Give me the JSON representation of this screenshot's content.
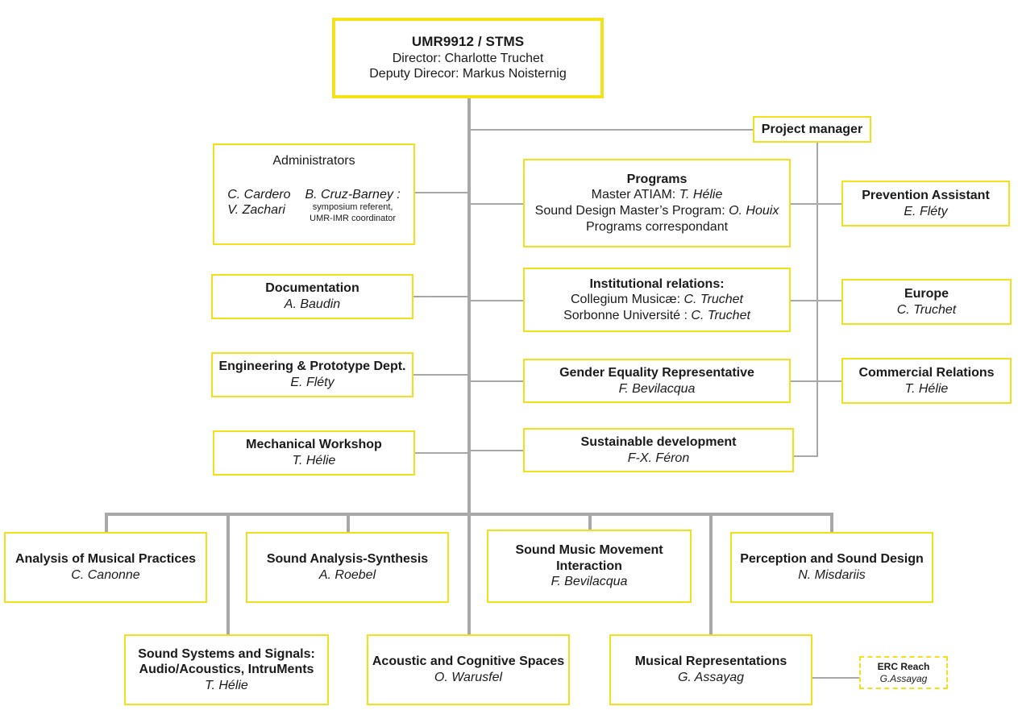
{
  "meta": {
    "colors": {
      "accent_yellow": "#f2e01c",
      "root_yellow": "#f5e117",
      "connector_gray": "#a8a8a8",
      "text": "#1a1a1a",
      "background": "#ffffff"
    }
  },
  "root": {
    "title": "UMR9912 / STMS",
    "director": "Director: Charlotte Truchet",
    "deputy": "Deputy Direcor: Markus Noisternig"
  },
  "project_manager": {
    "title": "Project manager"
  },
  "administrators": {
    "title": "Administrators",
    "left_names": [
      "C. Cardero",
      "V. Zachari"
    ],
    "right_name": "B. Cruz-Barney :",
    "right_roles": [
      "symposium referent,",
      "UMR-IMR coordinator"
    ]
  },
  "left_column": [
    {
      "title": "Documentation",
      "name": "A. Baudin"
    },
    {
      "title": "Engineering & Prototype Dept.",
      "name": "E. Fléty"
    },
    {
      "title": "Mechanical Workshop",
      "name": "T. Hélie"
    }
  ],
  "middle_column": {
    "programs": {
      "title": "Programs",
      "lines": [
        {
          "label": "Master ATIAM: ",
          "name": "T. Hélie"
        },
        {
          "label": "Sound Design Master’s Program: ",
          "name": "O. Houix"
        },
        {
          "label": "Programs correspondant",
          "name": ""
        }
      ]
    },
    "institutional": {
      "title": "Institutional relations:",
      "lines": [
        {
          "label": "Collegium Musicæ: ",
          "name": "C. Truchet"
        },
        {
          "label": "Sorbonne Université : ",
          "name": "C. Truchet"
        }
      ]
    },
    "gender": {
      "title": "Gender Equality Representative",
      "name": "F. Bevilacqua"
    },
    "sustainable": {
      "title": "Sustainable development",
      "name": "F-X. Féron"
    }
  },
  "right_column": [
    {
      "title": "Prevention Assistant",
      "name": "E. Fléty"
    },
    {
      "title": "Europe",
      "name": "C. Truchet"
    },
    {
      "title": "Commercial Relations",
      "name": "T. Hélie"
    }
  ],
  "teams_row1": [
    {
      "title": "Analysis of Musical Practices",
      "name": "C. Canonne"
    },
    {
      "title": "Sound Analysis-Synthesis",
      "name": "A. Roebel"
    },
    {
      "title_line1": "Sound Music Movement",
      "title_line2": "Interaction",
      "name": "F. Bevilacqua"
    },
    {
      "title": "Perception and Sound Design",
      "name": "N. Misdariis"
    }
  ],
  "teams_row2": [
    {
      "title_line1": "Sound Systems and Signals:",
      "title_line2": "Audio/Acoustics, IntruMents",
      "name": "T. Hélie"
    },
    {
      "title": "Acoustic and Cognitive Spaces",
      "name": "O. Warusfel"
    },
    {
      "title": "Musical Representations",
      "name": "G. Assayag"
    }
  ],
  "erc": {
    "title": "ERC Reach",
    "name": "G.Assayag"
  }
}
